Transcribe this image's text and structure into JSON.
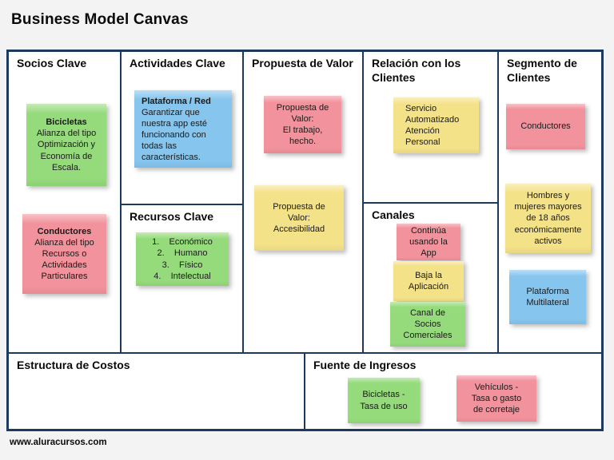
{
  "page": {
    "title": "Business Model Canvas",
    "footer_url": "www.aluracursos.com"
  },
  "colors": {
    "border": "#1C3A60",
    "page_background": "#F3F3F3",
    "cell_background": "#FFFFFF",
    "note_green": "#95DB7B",
    "note_pink": "#F2929C",
    "note_yellow": "#F4E289",
    "note_blue": "#85C5EE"
  },
  "sections": {
    "socios": {
      "title": "Socios Clave"
    },
    "actividades": {
      "title": "Actividades Clave"
    },
    "recursos": {
      "title": "Recursos Clave"
    },
    "propuesta": {
      "title": "Propuesta de Valor"
    },
    "relacion": {
      "title": "Relación con los Clientes"
    },
    "canales": {
      "title": "Canales"
    },
    "segmento": {
      "title": "Segmento de Clientes"
    },
    "costos": {
      "title": "Estructura de Costos"
    },
    "ingresos": {
      "title": "Fuente de Ingresos"
    }
  },
  "notes": {
    "bicicletas": {
      "color": "green",
      "title": "Bicicletas",
      "body": "Alianza del tipo\nOptimización y\nEconomía de\nEscala."
    },
    "conductores_socios": {
      "color": "pink",
      "title": "Conductores",
      "body": "Alianza del tipo\nRecursos o\nActividades\nParticulares"
    },
    "plataforma_red": {
      "color": "blue",
      "title": "Plataforma / Red",
      "body": "Garantizar que\nnuestra app esté\nfuncionando con\ntodas las\ncaracterísticas."
    },
    "recursos_lista": {
      "color": "green",
      "items": [
        "Económico",
        "Humano",
        "Físico",
        "Intelectual"
      ]
    },
    "propuesta_trabajo": {
      "color": "pink",
      "body": "Propuesta de\nValor:\nEl trabajo,\nhecho."
    },
    "propuesta_accesibilidad": {
      "color": "yellow",
      "body": "Propuesta de\nValor:\nAccesibilidad"
    },
    "servicio_automatizado": {
      "color": "yellow",
      "body": "Servicio\nAutomatizado\nAtención\nPersonal"
    },
    "continua_app": {
      "color": "pink",
      "body": "Continúa\nusando la\nApp"
    },
    "baja_aplicacion": {
      "color": "yellow",
      "body": "Baja la\nAplicación"
    },
    "canal_socios": {
      "color": "green",
      "body": "Canal de\nSocios\nComerciales"
    },
    "conductores_segmento": {
      "color": "pink",
      "body": "Conductores"
    },
    "hombres_mujeres": {
      "color": "yellow",
      "body": "Hombres y\nmujeres mayores\nde 18 años\neconómicamente\nactivos"
    },
    "plataforma_multilateral": {
      "color": "blue",
      "body": "Plataforma\nMultilateral"
    },
    "bicicletas_tasa": {
      "color": "green",
      "body": "Bicicletas -\nTasa de uso"
    },
    "vehiculos_tasa": {
      "color": "pink",
      "body": "Vehículos -\nTasa o gasto\nde corretaje"
    }
  }
}
